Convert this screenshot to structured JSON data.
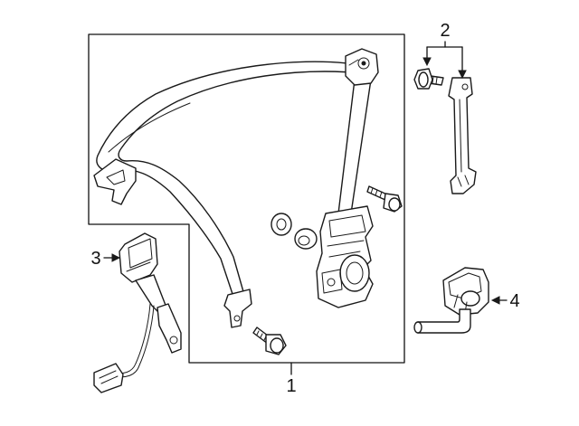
{
  "callouts": [
    {
      "id": "1",
      "label": "1"
    },
    {
      "id": "2",
      "label": "2"
    },
    {
      "id": "3",
      "label": "3"
    },
    {
      "id": "4",
      "label": "4"
    }
  ],
  "colors": {
    "line": "#111111",
    "background": "#ffffff"
  },
  "icons": {
    "part1": "seat-belt-retractor-assembly-icon",
    "part2": "height-adjuster-icon",
    "part3": "belt-buckle-icon",
    "part4": "pretensioner-icon"
  }
}
